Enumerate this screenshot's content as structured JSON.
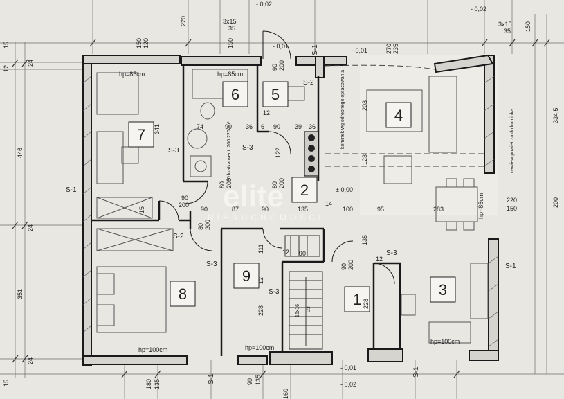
{
  "rooms": {
    "r1": "1",
    "r2": "2",
    "r3": "3",
    "r4": "4",
    "r5": "5",
    "r6": "6",
    "r7": "7",
    "r8": "8",
    "r9": "9"
  },
  "wall_labels": {
    "s1_left": "S-1",
    "s1_right": "S-1",
    "s1_top": "S-1",
    "s1_bottom_left": "S-1",
    "s1_bottom_right": "S-1",
    "s2_top": "S-2",
    "s2_left": "S-2",
    "s3_room7": "S-3",
    "s3_room5": "S-3",
    "s3_room8": "S-3",
    "s3_room9": "S-3",
    "s3_room3": "S-3"
  },
  "levels": {
    "top_left": "- 0,02",
    "top_right": "- 0,02",
    "entry_top": "- 0,01",
    "entry_top2": "- 0,01",
    "center": "± 0,00",
    "bottom_1": "- 0,01",
    "bottom_2": "- 0,02"
  },
  "sill_heights": {
    "room7": "hp=85cm",
    "room6": "hp=85cm",
    "room8": "hp=100cm",
    "room9": "hp=100cm",
    "room3": "hp=100cm",
    "room4": "hp=85cm"
  },
  "notes": {
    "chimney": "kominek wg odrębnego opracowania",
    "fireplace": "nawiew powietrza do kominka",
    "vent": "80 kratka went. 200 220cm²"
  },
  "dims": {
    "d446": "446",
    "d351": "351",
    "d24a": "24",
    "d24b": "24",
    "d24c": "24",
    "d12": "12",
    "d15a": "15",
    "d15b": "15",
    "d150a": "150",
    "d120": "120",
    "d150b": "150",
    "d220": "220",
    "d3x15a": "3x15",
    "d35a": "35",
    "d3x15b": "3x15",
    "d35b": "35",
    "d150c": "150",
    "d90_200a": "90",
    "d200a": "200",
    "d270": "270",
    "d235": "235",
    "d341": "341",
    "d74": "74",
    "d90a": "90",
    "d36a": "36",
    "d6": "6",
    "d90b": "90",
    "d39": "39",
    "d36b": "36",
    "d12b": "12",
    "d122": "122",
    "d203": "203",
    "d123": "123",
    "d80_200": "80",
    "d200b": "200",
    "d80b": "80",
    "d200c": "200",
    "d90c": "90",
    "d200d": "200",
    "d15c": "15",
    "d90d": "90",
    "d87": "87",
    "d90e": "90",
    "d135a": "135",
    "d14": "14",
    "d100": "100",
    "d95": "95",
    "d283": "283",
    "d220b": "220",
    "d150d": "150",
    "d200e": "200",
    "d334": "334,5",
    "d80_200b": "80",
    "d200f": "200",
    "d111": "111",
    "d12c": "12",
    "d90f": "90",
    "d135b": "135",
    "d90g": "90",
    "d200g": "200",
    "d12d": "12",
    "d12e": "12",
    "d228a": "228",
    "d228b": "228",
    "d16x": "16x16",
    "d23": "23",
    "d180": "180",
    "d135c": "135",
    "d90h": "90",
    "d135d": "135",
    "d160": "160"
  },
  "watermark": {
    "main": "elite",
    "sub": "NIERUCHOMOŚCI"
  }
}
